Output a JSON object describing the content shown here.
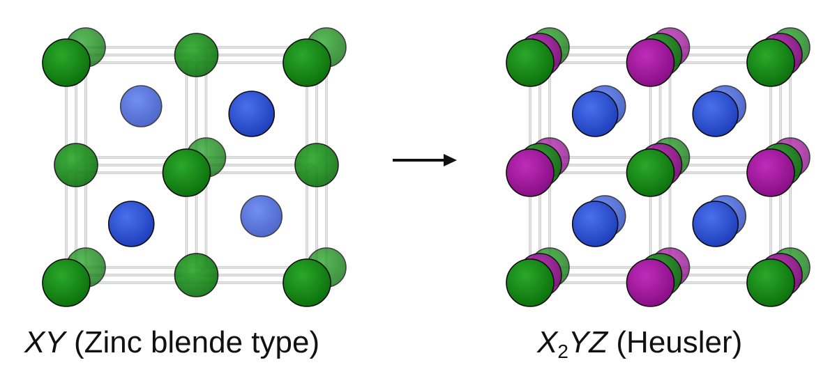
{
  "left_structure": {
    "formula": "XY",
    "name": "(Zinc blende type)"
  },
  "right_structure": {
    "formula_x": "X",
    "formula_sub": "2",
    "formula_rest": "YZ",
    "name": "(Heusler)"
  },
  "colors": {
    "green_atom": "#138a13",
    "blue_atom": "#2d55d6",
    "magenta_atom": "#a3129f",
    "bond": "#c8c8c8",
    "arrow": "#111111"
  },
  "arrow_icon": "right-arrow-icon"
}
